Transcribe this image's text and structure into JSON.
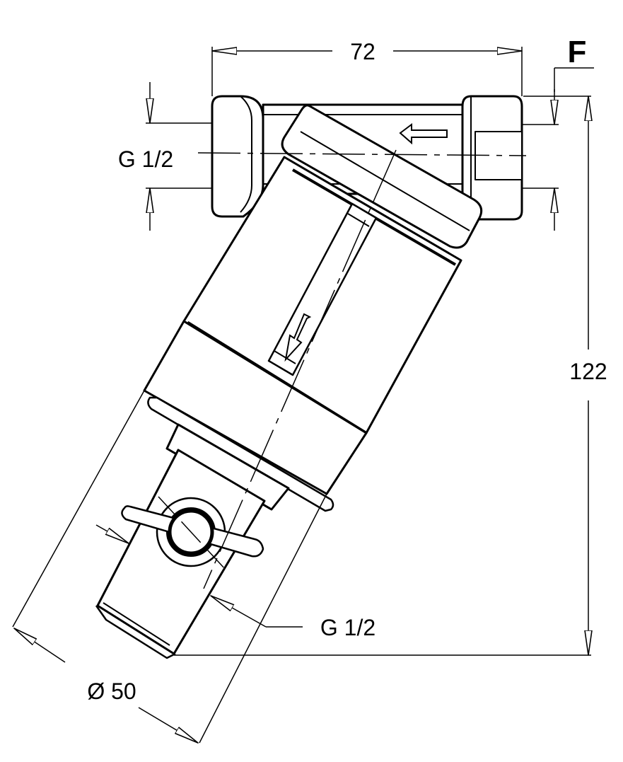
{
  "dimensions": {
    "width_label": "72",
    "height_label": "122",
    "diameter_label": "Ø 50",
    "inlet_thread_label": "G 1/2",
    "outlet_thread_label": "G 1/2",
    "variant_letter": "F"
  },
  "colors": {
    "line": "#000000",
    "background": "#ffffff"
  }
}
